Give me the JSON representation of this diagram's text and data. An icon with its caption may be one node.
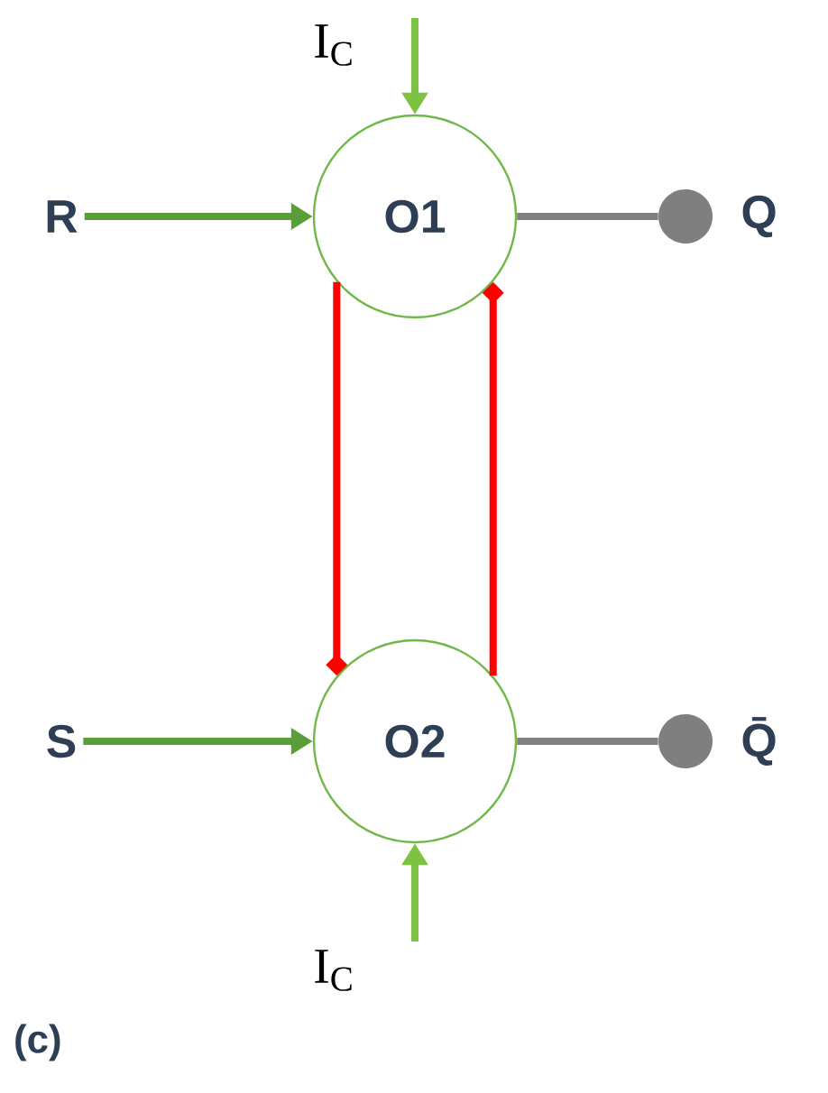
{
  "diagram": {
    "nodes": [
      {
        "text": [
          "O1"
        ]
      },
      {
        "text": [
          "O2"
        ]
      },
      {
        "text": [
          "R"
        ]
      },
      {
        "text": [
          "S"
        ]
      },
      {
        "text": [],
        "shape": "circle",
        "beside": [
          "Q"
        ]
      },
      {
        "text": [],
        "shape": "circle",
        "beside": [
          "Q̄"
        ]
      }
    ],
    "edges": [
      {
        "from": null,
        "to": 0,
        "arrow": "to",
        "label": "I$_{C}$",
        "color": "#7dc242"
      },
      {
        "from": 2,
        "to": 0,
        "arrow": "to",
        "color": "#5a9e3a"
      },
      {
        "from": 0,
        "to": 4,
        "arrow": "none",
        "color": "#7f7f7f"
      },
      {
        "from": 0,
        "to": 1,
        "arrow": "other",
        "color": "#ff0000"
      },
      {
        "from": 1,
        "to": 0,
        "arrow": "other",
        "color": "#ff0000"
      },
      {
        "from": 3,
        "to": 1,
        "arrow": "to",
        "color": "#5a9e3a"
      },
      {
        "from": 1,
        "to": 5,
        "arrow": "none",
        "color": "#7f7f7f"
      },
      {
        "from": null,
        "to": 1,
        "arrow": "to",
        "label": "I$_{C}$",
        "color": "#7dc242"
      }
    ],
    "labels": [
      "(c)"
    ]
  }
}
